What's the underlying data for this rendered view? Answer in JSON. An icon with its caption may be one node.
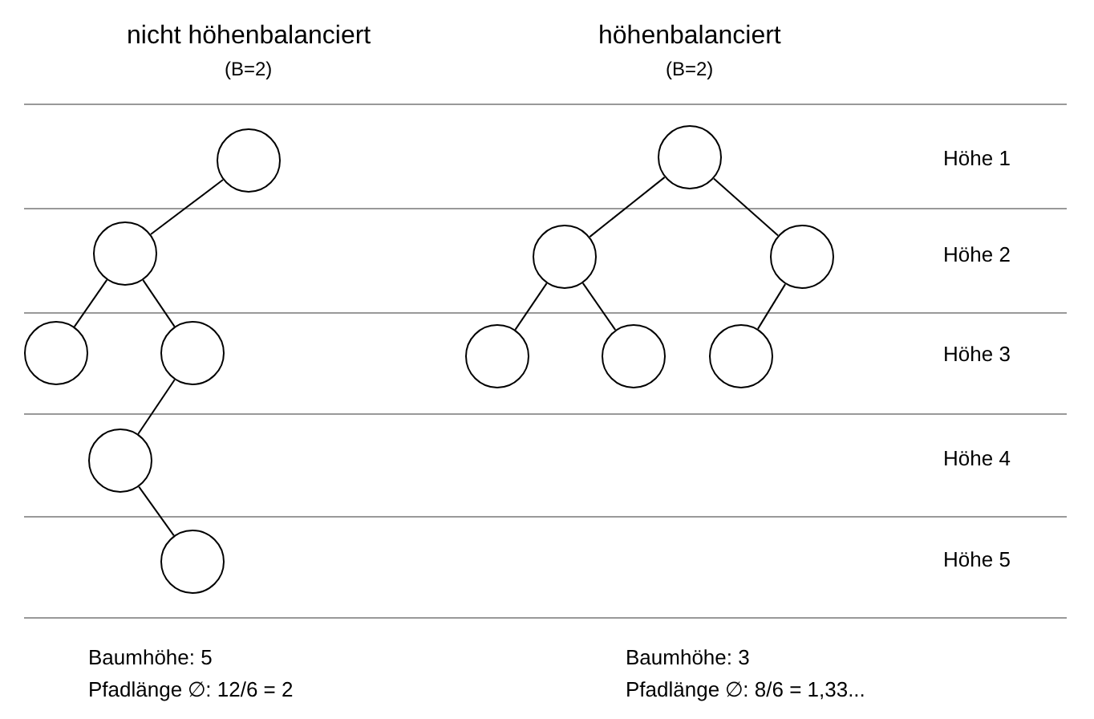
{
  "diagram": {
    "nodes": [
      {
        "text": [],
        "shape": "circle"
      },
      {
        "text": [],
        "shape": "circle"
      },
      {
        "text": [],
        "shape": "circle"
      },
      {
        "text": [],
        "shape": "circle"
      },
      {
        "text": [],
        "shape": "circle"
      },
      {
        "text": [],
        "shape": "circle"
      },
      {
        "text": [],
        "shape": "circle"
      },
      {
        "text": [],
        "shape": "circle"
      },
      {
        "text": [],
        "shape": "circle"
      },
      {
        "text": [],
        "shape": "circle"
      },
      {
        "text": [],
        "shape": "circle"
      },
      {
        "text": [],
        "shape": "circle"
      }
    ],
    "edges": [
      {
        "from": 0,
        "to": 1,
        "arrow": "none"
      },
      {
        "from": 1,
        "to": 2,
        "arrow": "none"
      },
      {
        "from": 1,
        "to": 3,
        "arrow": "none"
      },
      {
        "from": 3,
        "to": 4,
        "arrow": "none"
      },
      {
        "from": 4,
        "to": 5,
        "arrow": "none"
      },
      {
        "from": 6,
        "to": 7,
        "arrow": "none"
      },
      {
        "from": 6,
        "to": 8,
        "arrow": "none"
      },
      {
        "from": 7,
        "to": 9,
        "arrow": "none"
      },
      {
        "from": 7,
        "to": 10,
        "arrow": "none"
      },
      {
        "from": 8,
        "to": 11,
        "arrow": "none"
      }
    ],
    "labels": [
      "nicht höhenbalanciert",
      "(B=2)",
      "höhenbalanciert",
      "(B=2)",
      "Höhe 1",
      "Höhe 2",
      "Höhe 3",
      "Höhe 4",
      "Höhe 5",
      "Baumhöhe: 5",
      "Pfadlänge ∅: 12/6 = 2",
      "Baumhöhe: 3",
      "Pfadlänge ∅: 8/6 = 1,33..."
    ]
  }
}
